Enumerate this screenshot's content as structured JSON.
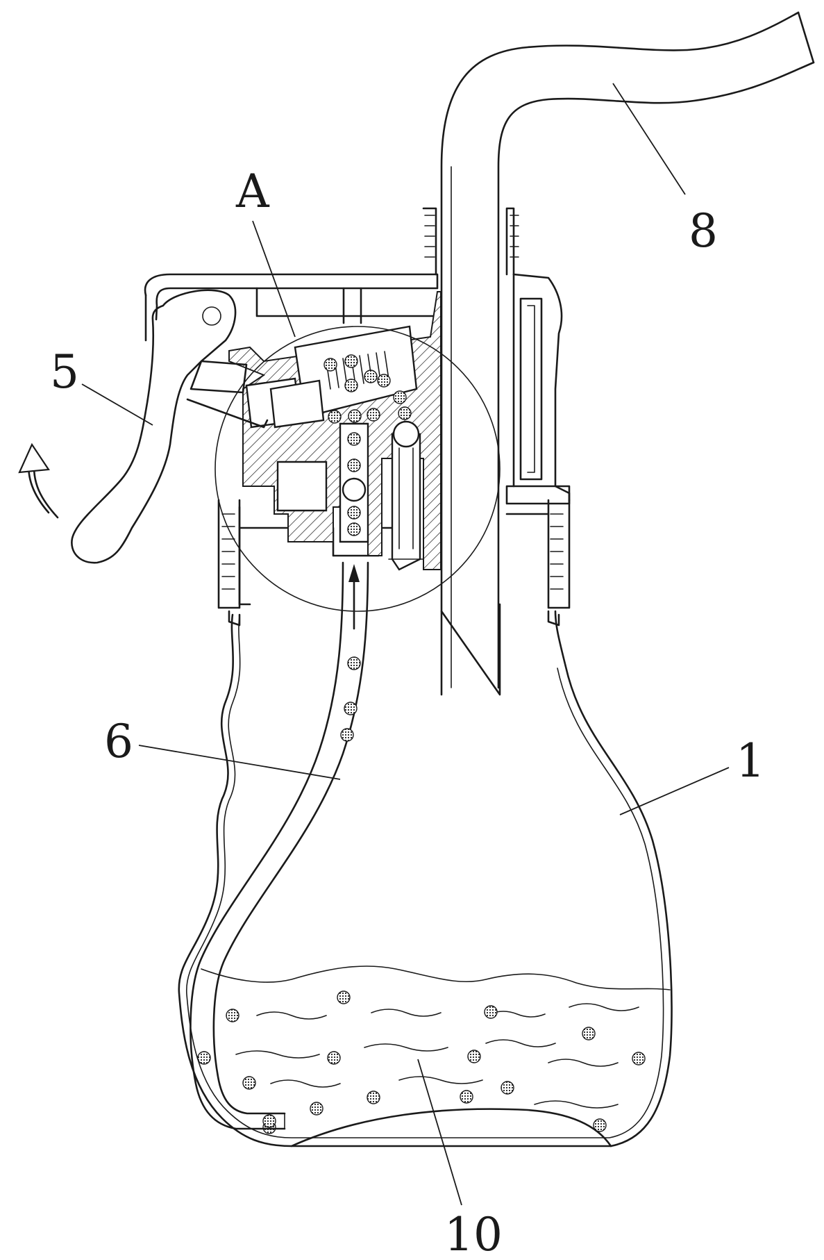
{
  "labels": {
    "detail": "A",
    "lever": "5",
    "suction_tube": "6",
    "bottle": "1",
    "outlet_tube": "8",
    "liquid": "10"
  },
  "colors": {
    "line": "#1a1a1a",
    "background": "#ffffff"
  }
}
